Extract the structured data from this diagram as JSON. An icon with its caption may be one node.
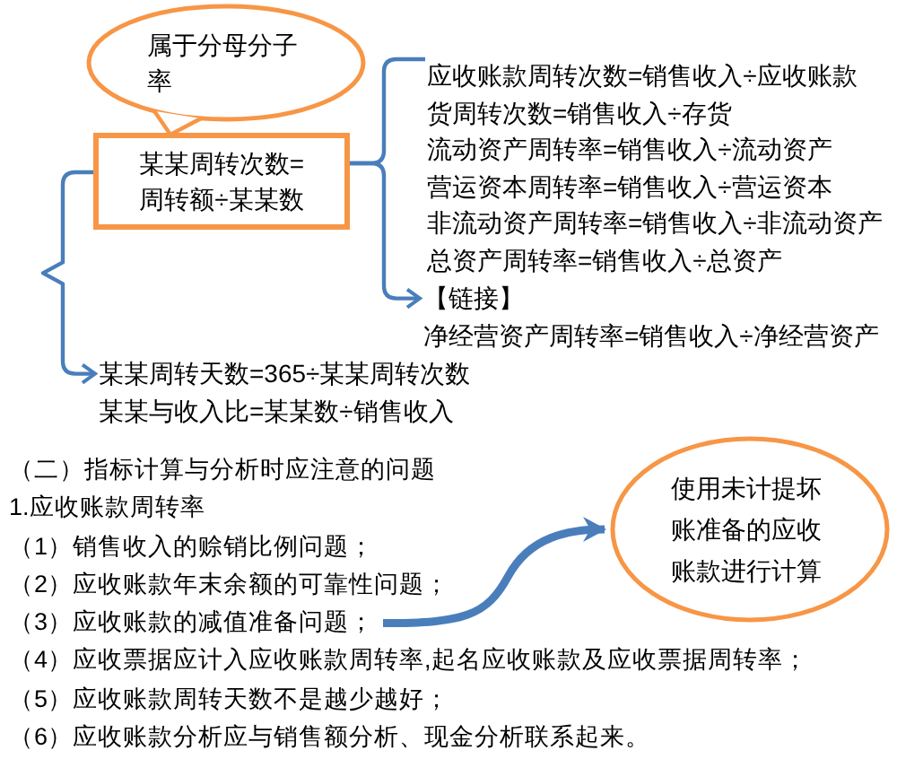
{
  "diagram": {
    "nodes": [
      {
        "text": [
          "属于分母分子率"
        ]
      },
      {
        "text": [
          "某某周转次数=周转额÷某某数"
        ]
      },
      {
        "text": [
          "应收账款周转次数=销售收入÷应收账款",
          "货周转次数=销售收入÷存货",
          "流动资产周转率=销售收入÷流动资产",
          "营运资本周转率=销售收入÷营运资本",
          "非流动资产周转率=销售收入÷非流动资产",
          "总资产周转率=销售收入÷总资产"
        ]
      },
      {
        "text": [
          "【链接】",
          "净经营资产周转率=销售收入÷净经营资产"
        ]
      },
      {
        "text": [
          "某某周转天数=365÷某某周转次数",
          "某某与收入比=某某数÷销售收入"
        ]
      },
      {
        "text": [
          "（3）应收账款的减值准备问题；"
        ]
      },
      {
        "text": [
          "使用未计提坏账准备的应收账款进行计算"
        ]
      }
    ],
    "edges": [
      {
        "from": 0,
        "to": 1,
        "arrow": "none",
        "color": "#f79646"
      },
      {
        "from": 1,
        "to": 2,
        "arrow": "none"
      },
      {
        "from": 1,
        "to": 3,
        "arrow": "to"
      },
      {
        "from": 1,
        "to": 4,
        "arrow": "to"
      },
      {
        "from": 5,
        "to": 6,
        "arrow": "to",
        "style": "thick"
      }
    ],
    "labels": [
      "（二）指标计算与分析时应注意的问题",
      "1.应收账款周转率",
      "（1）销售收入的赊销比例问题；",
      "（2）应收账款年末余额的可靠性问题；",
      "（4）应收票据应计入应收账款周转率,起名应收账款及应收票据周转率；",
      "（5）应收账款周转天数不是越少越好；",
      "（6）应收账款分析应与销售额分析、现金分析联系起来。"
    ]
  }
}
